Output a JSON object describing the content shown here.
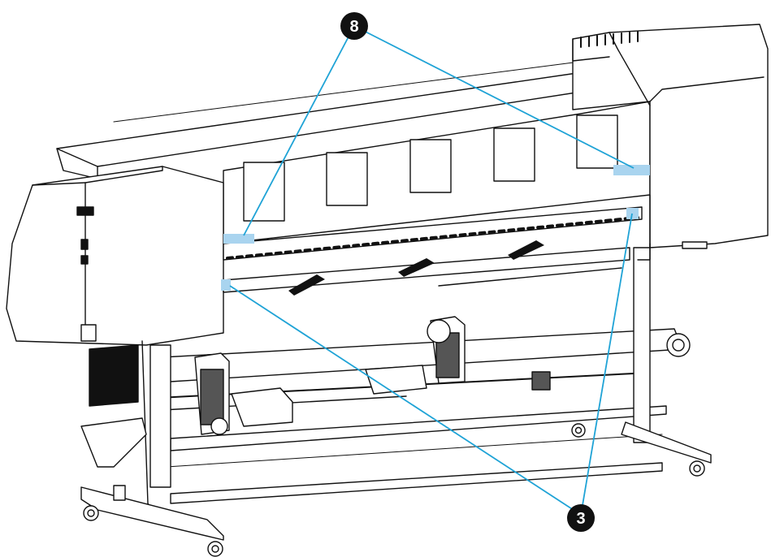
{
  "diagram": {
    "callouts": [
      {
        "id": "callout-8",
        "label": "8"
      },
      {
        "id": "callout-3",
        "label": "3"
      }
    ],
    "colors": {
      "leader_line": "#1fa3d6",
      "highlight": "#a9d4ef",
      "outline": "#111111",
      "badge_fill": "#111111",
      "badge_text": "#ffffff",
      "background": "#ffffff"
    }
  }
}
